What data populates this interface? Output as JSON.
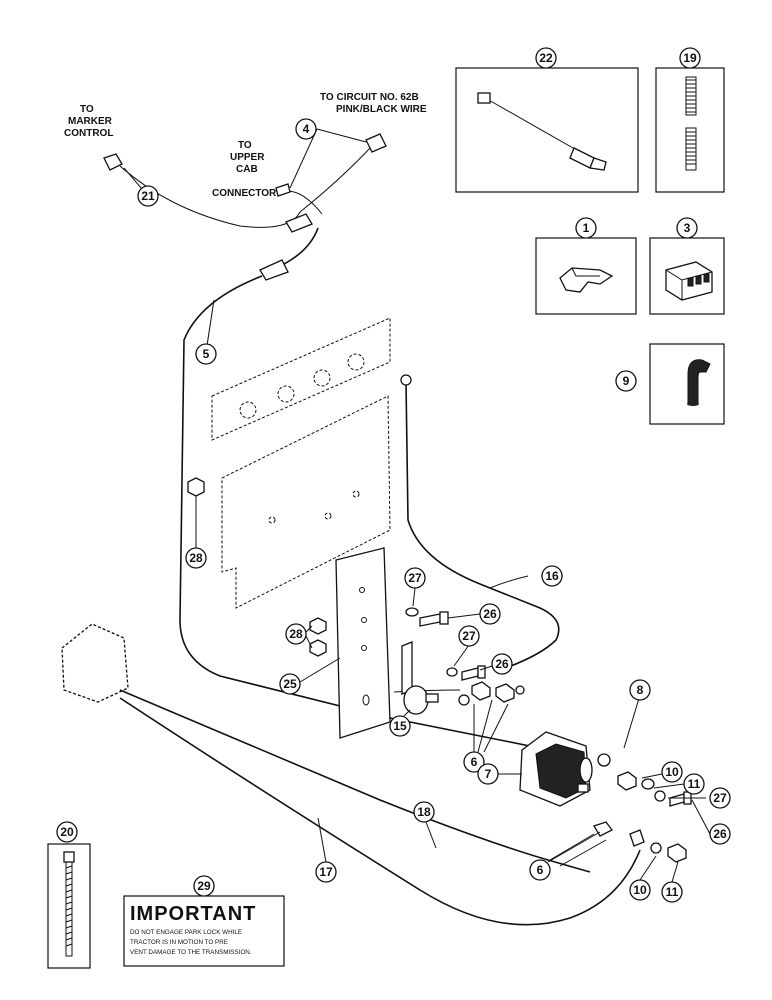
{
  "labels": {
    "to_marker_control": [
      "TO",
      "MARKER",
      "CONTROL"
    ],
    "to_circuit": [
      "TO CIRCUIT NO. 62B",
      "PINK/BLACK WIRE"
    ],
    "to_upper_cab": [
      "TO",
      "UPPER",
      "CAB",
      "CONNECTOR"
    ]
  },
  "callouts": {
    "c22": "22",
    "c19": "19",
    "c1": "1",
    "c3": "3",
    "c9": "9",
    "c4": "4",
    "c21": "21",
    "c5": "5",
    "c28a": "28",
    "c16": "16",
    "c27a": "27",
    "c26a": "26",
    "c28b": "28",
    "c27b": "27",
    "c25": "25",
    "c8": "8",
    "c15": "15",
    "c6a": "6",
    "c7": "7",
    "c10a": "10",
    "c11a": "11",
    "c27c": "27",
    "c26b": "26",
    "c18": "18",
    "c17": "17",
    "c6b": "6",
    "c10b": "10",
    "c11b": "11",
    "c20": "20",
    "c29": "29"
  },
  "decal": {
    "title": "IMPORTANT",
    "lines": [
      "DO NOT ENGAGE PARK LOCK WHILE",
      "TRACTOR IS IN MOTION TO PRE",
      "VENT DAMAGE TO THE TRANSMISSION."
    ]
  }
}
